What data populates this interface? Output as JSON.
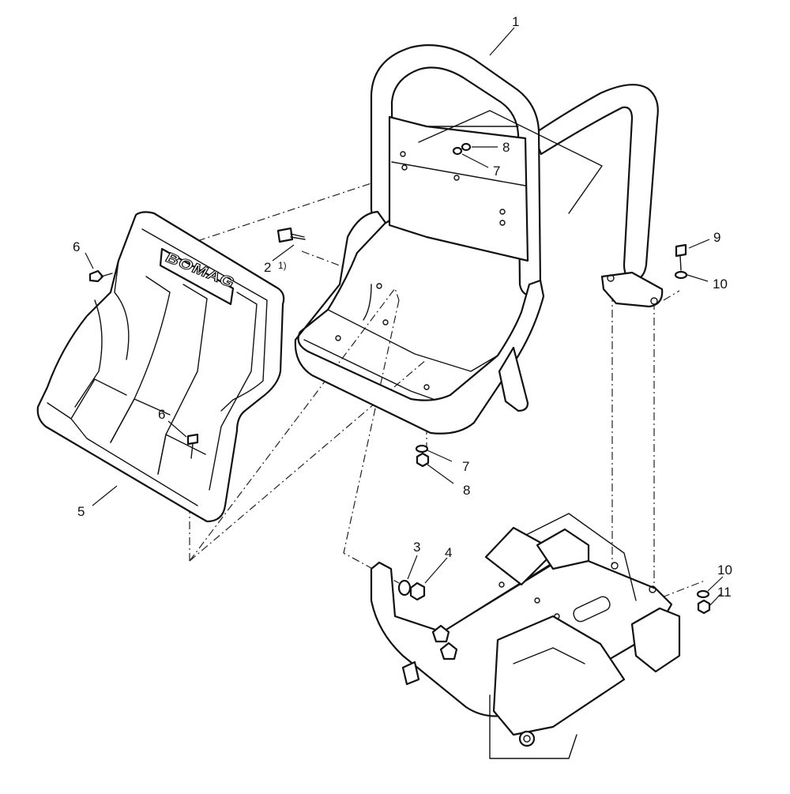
{
  "callouts": {
    "c1": "1",
    "c2": "2",
    "c2_note": "1)",
    "c3": "3",
    "c4": "4",
    "c5": "5",
    "c6_top": "6",
    "c6_bottom": "6",
    "c7_top": "7",
    "c7_bottom": "7",
    "c8_top": "8",
    "c8_bottom": "8",
    "c9": "9",
    "c10_top": "10",
    "c10_bottom": "10",
    "c11": "11"
  },
  "seat_logo": "BOMAG",
  "colors": {
    "line": "#111111",
    "background": "#ffffff"
  }
}
